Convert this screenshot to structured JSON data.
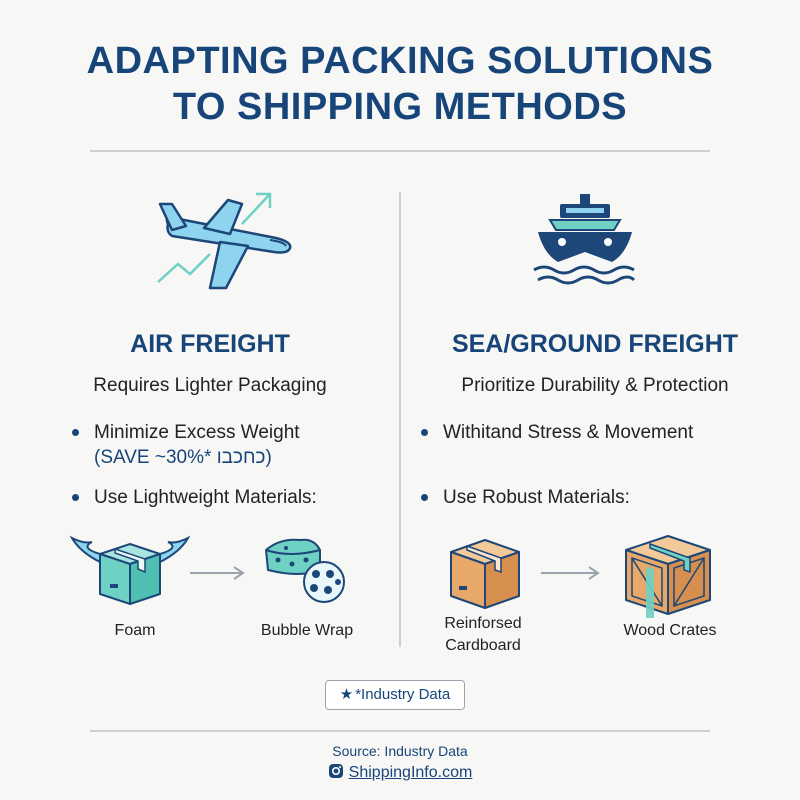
{
  "title": {
    "line1": "ADAPTING PACKING SOLUTIONS",
    "line2": "TO SHIPPING METHODS"
  },
  "air": {
    "icon": "airplane-icon",
    "heading": "AIR FREIGHT",
    "subheading": "Requires Lighter Packaging",
    "bullet1": "Minimize Excess Weight",
    "bullet1_note": "(SAVE ~30%* כחכבו)",
    "bullet2": "Use Lightweight Materials:",
    "materials": [
      "Foam",
      "Bubble Wrap"
    ]
  },
  "sea": {
    "icon": "ship-icon",
    "heading": "SEA/GROUND FREIGHT",
    "subheading": "Prioritize Durability & Protection",
    "bullet1": "Withitand Stress & Movement",
    "bullet2": "Use Robust Materials:",
    "materials": [
      "Reinforsed",
      "Cardboard",
      "Wood Crates"
    ]
  },
  "footnote": "*Industry Data",
  "source": "Source: Industry Data",
  "website": "ShippingInfo.com",
  "colors": {
    "primary": "#17457a",
    "teal": "#6fd0c4",
    "sky": "#7cc9ea",
    "cardboard": "#e7a869",
    "navy": "#1c4778"
  }
}
